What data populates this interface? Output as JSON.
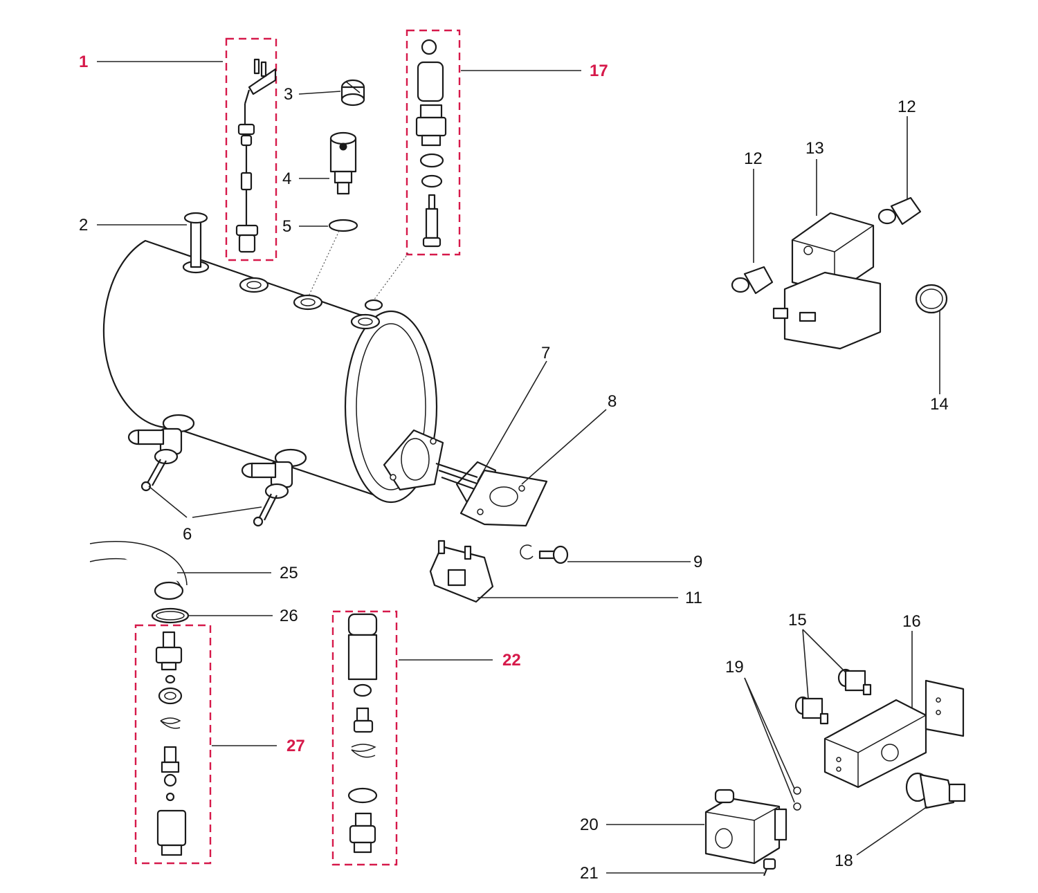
{
  "labels": {
    "l1": "1",
    "l2": "2",
    "l3": "3",
    "l4": "4",
    "l5": "5",
    "l6": "6",
    "l7": "7",
    "l8": "8",
    "l9": "9",
    "l11": "11",
    "l12a": "12",
    "l12b": "12",
    "l13": "13",
    "l14": "14",
    "l15": "15",
    "l16": "16",
    "l17": "17",
    "l18": "18",
    "l19": "19",
    "l20": "20",
    "l21": "21",
    "l22": "22",
    "l25": "25",
    "l26": "26",
    "l27": "27"
  },
  "colors": {
    "assembly_highlight": "#d6194a",
    "line": "#222222",
    "background": "#ffffff"
  }
}
